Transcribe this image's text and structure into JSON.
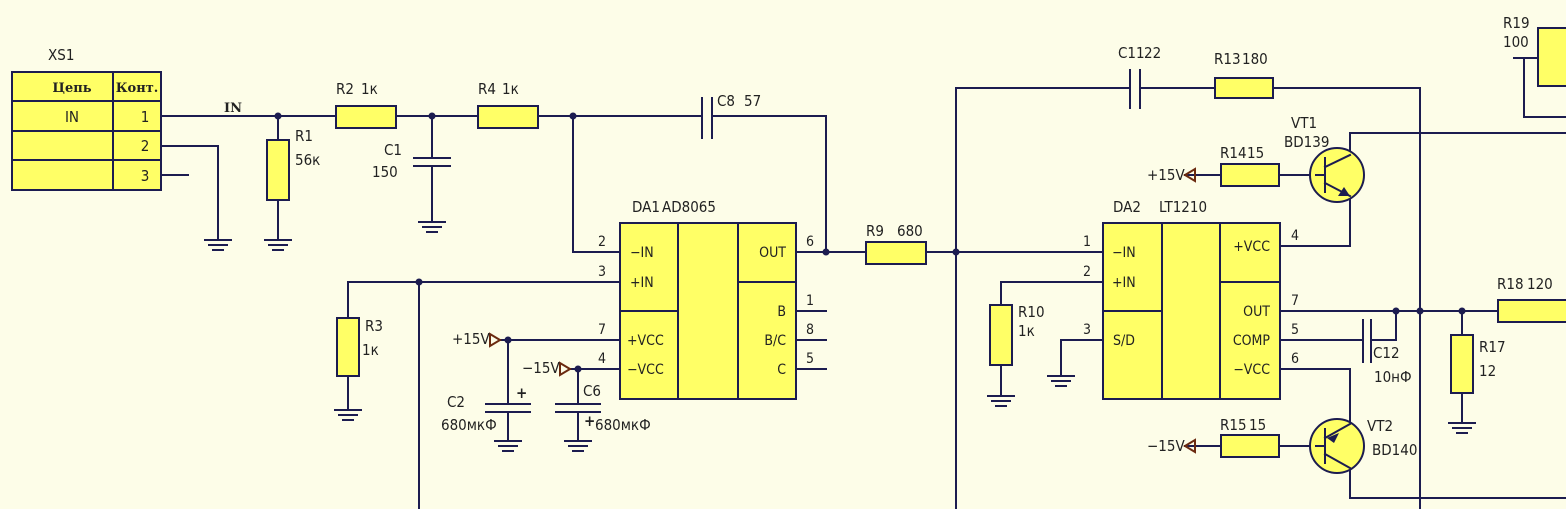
{
  "connector": {
    "ref": "XS1",
    "col1": "Цепь",
    "col2": "Конт.",
    "rows": [
      {
        "net": "IN",
        "pin": "1"
      },
      {
        "net": "",
        "pin": "2"
      },
      {
        "net": "",
        "pin": "3"
      }
    ]
  },
  "nets": {
    "in": "IN",
    "p15": "+15V",
    "m15": "−15V"
  },
  "parts": {
    "R1": {
      "ref": "R1",
      "value": "56к"
    },
    "R2": {
      "ref": "R2",
      "value": "1к"
    },
    "C1": {
      "ref": "C1",
      "value": "150"
    },
    "R4": {
      "ref": "R4",
      "value": "1к"
    },
    "C8": {
      "ref": "C8",
      "value": "57"
    },
    "R3": {
      "ref": "R3",
      "value": "1к"
    },
    "C2": {
      "ref": "C2",
      "value": "680мкФ"
    },
    "C6": {
      "ref": "C6",
      "value": "680мкФ"
    },
    "R9": {
      "ref": "R9",
      "value": "680"
    },
    "C11": {
      "ref": "C11",
      "value": "22"
    },
    "R13": {
      "ref": "R13",
      "value": "180"
    },
    "R14": {
      "ref": "R14",
      "value": "15"
    },
    "R10": {
      "ref": "R10",
      "value": "1к"
    },
    "C12": {
      "ref": "C12",
      "value": "10нФ"
    },
    "R15": {
      "ref": "R15",
      "value": "15"
    },
    "R17": {
      "ref": "R17",
      "value": "12"
    },
    "R18": {
      "ref": "R18",
      "value": "120"
    },
    "R19": {
      "ref": "R19",
      "value": "100"
    },
    "VT1": {
      "ref": "VT1",
      "value": "BD139"
    },
    "VT2": {
      "ref": "VT2",
      "value": "BD140"
    }
  },
  "da1": {
    "ref": "DA1",
    "type": "AD8065",
    "pins": {
      "inm": "−IN",
      "inp": "+IN",
      "vcc": "+VCC",
      "vee": "−VCC",
      "out": "OUT",
      "b": "B",
      "bc": "B/C",
      "c": "C"
    },
    "nums": {
      "inm": "2",
      "inp": "3",
      "vcc": "7",
      "vee": "4",
      "out": "6",
      "b": "1",
      "bc": "8",
      "c": "5"
    }
  },
  "da2": {
    "ref": "DA2",
    "type": "LT1210",
    "pins": {
      "inm": "−IN",
      "inp": "+IN",
      "sd": "S/D",
      "vcc": "+VCC",
      "out": "OUT",
      "comp": "COMP",
      "vee": "−VCC"
    },
    "nums": {
      "inm": "1",
      "inp": "2",
      "sd": "3",
      "vcc": "4",
      "out": "7",
      "comp": "5",
      "vee": "6"
    }
  }
}
